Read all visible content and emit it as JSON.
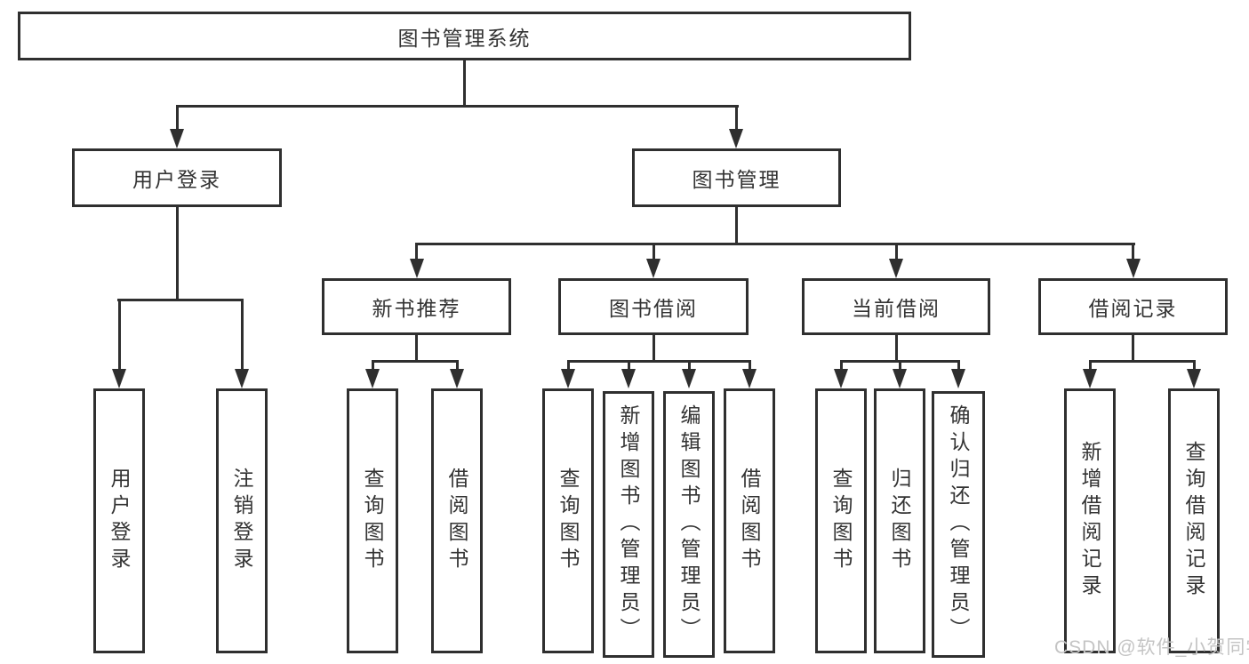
{
  "diagram": {
    "colors": {
      "line": "#2f2f2f",
      "text": "#333333",
      "watermark": "#c4c4c4",
      "background": "#ffffff"
    },
    "watermark": "CSDN @软件_小贺同学",
    "nodes": {
      "root": {
        "label": "图书管理系统"
      },
      "user_login": {
        "label": "用户登录"
      },
      "book_mgmt": {
        "label": "图书管理"
      },
      "new_book_rec": {
        "label": "新书推荐"
      },
      "book_borrow": {
        "label": "图书借阅"
      },
      "current_borrow": {
        "label": "当前借阅"
      },
      "borrow_records": {
        "label": "借阅记录"
      },
      "leaf_user_login": {
        "label": "用户登录"
      },
      "leaf_logout": {
        "label": "注销登录"
      },
      "leaf_nbr_query": {
        "label": "查询图书"
      },
      "leaf_nbr_borrow": {
        "label": "借阅图书"
      },
      "leaf_bb_query": {
        "label": "查询图书"
      },
      "leaf_bb_add": {
        "label": "新增图书（管理员）"
      },
      "leaf_bb_edit": {
        "label": "编辑图书（管理员）"
      },
      "leaf_bb_borrow": {
        "label": "借阅图书"
      },
      "leaf_cb_query": {
        "label": "查询图书"
      },
      "leaf_cb_return": {
        "label": "归还图书"
      },
      "leaf_cb_confirm": {
        "label": "确认归还（管理员）"
      },
      "leaf_br_add": {
        "label": "新增借阅记录"
      },
      "leaf_br_query": {
        "label": "查询借阅记录"
      }
    }
  }
}
